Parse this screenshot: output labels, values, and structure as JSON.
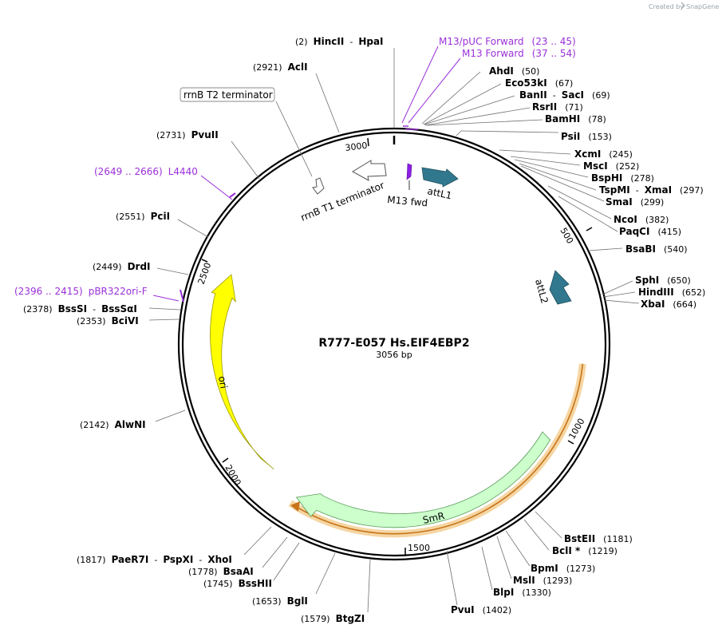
{
  "credit": {
    "text": "Created by",
    "brand": "SnapGene"
  },
  "map": {
    "name": "R777-E057 Hs.EIF4EBP2",
    "length_label": "3056 bp",
    "length_bp": 3056
  },
  "ticks": [
    "500",
    "1000",
    "1500",
    "2000",
    "2500",
    "3000"
  ],
  "colors": {
    "ori": "#ffff00",
    "attL": "#31788e",
    "smr": "#ccffcc",
    "orf": "#f3c27e",
    "primer": "#9b30d9",
    "m13fwd": "#8c1ee6"
  },
  "sites": [
    {
      "parts": [
        {
          "t": "(2)",
          "k": "pos"
        },
        {
          "t": "HincII",
          "k": "name"
        },
        {
          "t": "-",
          "k": "sep"
        },
        {
          "t": "HpaI",
          "k": "name"
        }
      ]
    },
    {
      "parts": [
        {
          "t": "(2921)",
          "k": "pos"
        },
        {
          "t": "AclI",
          "k": "name"
        }
      ]
    },
    {
      "parts": [
        {
          "t": "AhdI",
          "k": "name"
        },
        {
          "t": "(50)",
          "k": "pos"
        }
      ]
    },
    {
      "parts": [
        {
          "t": "Eco53kI",
          "k": "name"
        },
        {
          "t": "(67)",
          "k": "pos"
        }
      ]
    },
    {
      "parts": [
        {
          "t": "BanII",
          "k": "name"
        },
        {
          "t": "-",
          "k": "sep"
        },
        {
          "t": "SacI",
          "k": "name"
        },
        {
          "t": "(69)",
          "k": "pos"
        }
      ]
    },
    {
      "parts": [
        {
          "t": "RsrII",
          "k": "name"
        },
        {
          "t": "(71)",
          "k": "pos"
        }
      ]
    },
    {
      "parts": [
        {
          "t": "BamHI",
          "k": "name"
        },
        {
          "t": "(78)",
          "k": "pos"
        }
      ]
    },
    {
      "parts": [
        {
          "t": "PsiI",
          "k": "name"
        },
        {
          "t": "(153)",
          "k": "pos"
        }
      ]
    },
    {
      "parts": [
        {
          "t": "XcmI",
          "k": "name"
        },
        {
          "t": "(245)",
          "k": "pos"
        }
      ]
    },
    {
      "parts": [
        {
          "t": "MscI",
          "k": "name"
        },
        {
          "t": "(252)",
          "k": "pos"
        }
      ]
    },
    {
      "parts": [
        {
          "t": "BspHI",
          "k": "name"
        },
        {
          "t": "(278)",
          "k": "pos"
        }
      ]
    },
    {
      "parts": [
        {
          "t": "TspMI",
          "k": "name"
        },
        {
          "t": "-",
          "k": "sep"
        },
        {
          "t": "XmaI",
          "k": "name"
        },
        {
          "t": "(297)",
          "k": "pos"
        }
      ]
    },
    {
      "parts": [
        {
          "t": "SmaI",
          "k": "name"
        },
        {
          "t": "(299)",
          "k": "pos"
        }
      ]
    },
    {
      "parts": [
        {
          "t": "NcoI",
          "k": "name"
        },
        {
          "t": "(382)",
          "k": "pos"
        }
      ]
    },
    {
      "parts": [
        {
          "t": "PaqCI",
          "k": "name"
        },
        {
          "t": "(415)",
          "k": "pos"
        }
      ]
    },
    {
      "parts": [
        {
          "t": "BsaBI",
          "k": "name"
        },
        {
          "t": "(540)",
          "k": "pos"
        }
      ]
    },
    {
      "parts": [
        {
          "t": "SphI",
          "k": "name"
        },
        {
          "t": "(650)",
          "k": "pos"
        }
      ]
    },
    {
      "parts": [
        {
          "t": "HindIII",
          "k": "name"
        },
        {
          "t": "(652)",
          "k": "pos"
        }
      ]
    },
    {
      "parts": [
        {
          "t": "XbaI",
          "k": "name"
        },
        {
          "t": "(664)",
          "k": "pos"
        }
      ]
    },
    {
      "parts": [
        {
          "t": "BstEII",
          "k": "name"
        },
        {
          "t": "(1181)",
          "k": "pos"
        }
      ]
    },
    {
      "parts": [
        {
          "t": "BclI *",
          "k": "name"
        },
        {
          "t": "(1219)",
          "k": "pos"
        }
      ]
    },
    {
      "parts": [
        {
          "t": "BpmI",
          "k": "name"
        },
        {
          "t": "(1273)",
          "k": "pos"
        }
      ]
    },
    {
      "parts": [
        {
          "t": "MslI",
          "k": "name"
        },
        {
          "t": "(1293)",
          "k": "pos"
        }
      ]
    },
    {
      "parts": [
        {
          "t": "BlpI",
          "k": "name"
        },
        {
          "t": "(1330)",
          "k": "pos"
        }
      ]
    },
    {
      "parts": [
        {
          "t": "PvuI",
          "k": "name"
        },
        {
          "t": "(1402)",
          "k": "pos"
        }
      ]
    },
    {
      "parts": [
        {
          "t": "(1579)",
          "k": "pos"
        },
        {
          "t": "BtgZI",
          "k": "name"
        }
      ]
    },
    {
      "parts": [
        {
          "t": "(1653)",
          "k": "pos"
        },
        {
          "t": "BglI",
          "k": "name"
        }
      ]
    },
    {
      "parts": [
        {
          "t": "(1745)",
          "k": "pos"
        },
        {
          "t": "BssHII",
          "k": "name"
        }
      ]
    },
    {
      "parts": [
        {
          "t": "(1778)",
          "k": "pos"
        },
        {
          "t": "BsaAI",
          "k": "name"
        }
      ]
    },
    {
      "parts": [
        {
          "t": "(1817)",
          "k": "pos"
        },
        {
          "t": "PaeR7I",
          "k": "name"
        },
        {
          "t": "-",
          "k": "sep"
        },
        {
          "t": "PspXI",
          "k": "name"
        },
        {
          "t": "-",
          "k": "sep"
        },
        {
          "t": "XhoI",
          "k": "name"
        }
      ]
    },
    {
      "parts": [
        {
          "t": "(2142)",
          "k": "pos"
        },
        {
          "t": "AlwNI",
          "k": "name"
        }
      ]
    },
    {
      "parts": [
        {
          "t": "(2353)",
          "k": "pos"
        },
        {
          "t": "BciVI",
          "k": "name"
        }
      ]
    },
    {
      "parts": [
        {
          "t": "(2378)",
          "k": "pos"
        },
        {
          "t": "BssSI",
          "k": "name"
        },
        {
          "t": "-",
          "k": "sep"
        },
        {
          "t": "BssSαI",
          "k": "name"
        }
      ]
    },
    {
      "parts": [
        {
          "t": "(2449)",
          "k": "pos"
        },
        {
          "t": "DrdI",
          "k": "name"
        }
      ]
    },
    {
      "parts": [
        {
          "t": "(2551)",
          "k": "pos"
        },
        {
          "t": "PciI",
          "k": "name"
        }
      ]
    },
    {
      "parts": [
        {
          "t": "(2731)",
          "k": "pos"
        },
        {
          "t": "PvuII",
          "k": "name"
        }
      ]
    }
  ],
  "primers": [
    {
      "parts": [
        {
          "t": "M13/pUC Forward",
          "k": "name"
        },
        {
          "t": "(23 .. 45)",
          "k": "pos"
        }
      ]
    },
    {
      "parts": [
        {
          "t": "M13 Forward",
          "k": "name"
        },
        {
          "t": "(37 .. 54)",
          "k": "pos"
        }
      ]
    },
    {
      "parts": [
        {
          "t": "(2649 .. 2666)",
          "k": "pos"
        },
        {
          "t": "L4440",
          "k": "name"
        }
      ]
    },
    {
      "parts": [
        {
          "t": "(2396 .. 2415)",
          "k": "pos"
        },
        {
          "t": "pBR322ori-F",
          "k": "name"
        }
      ]
    }
  ],
  "features": {
    "rrnb_t2": "rrnB T2 terminator",
    "rrnb_t1": "rrnB T1 terminator",
    "m13_fwd": "M13 fwd",
    "attl1": "attL1",
    "attl2": "attL2",
    "ori": "ori",
    "smr": "SmR"
  }
}
